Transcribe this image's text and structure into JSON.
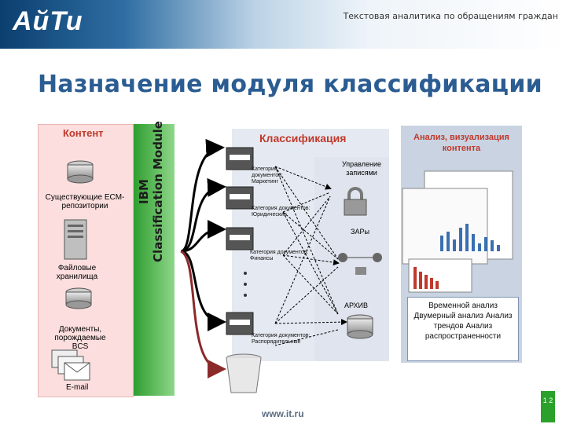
{
  "header": {
    "logo": "АйТи",
    "subtitle": "Текстовая аналитика по обращениям граждан"
  },
  "title": "Назначение модуля классификации",
  "content": {
    "heading": "Контент",
    "items": [
      "Существующие ECM-репозитории",
      "Файловые хранилища",
      "Документы, порождаемые BCS",
      "E-mail"
    ]
  },
  "module_label_line1": "IBM",
  "module_label_line2": "Classification Module",
  "classification": {
    "heading": "Классификация",
    "categories": [
      "Категория документов: Маркетинг",
      "Категория документов: Юридические",
      "Категория документов: Финансы",
      "Категория документов: Распорядительные"
    ],
    "targets": {
      "records": "Управление записями",
      "erp": "ЗАРы",
      "archive": "АРХИВ"
    }
  },
  "analysis": {
    "heading": "Анализ, визуализация контента",
    "box_text": "Временной анализ Двумерный анализ Анализ трендов Анализ распространенности"
  },
  "footer": {
    "url": "www.it.ru",
    "page": "1 2"
  },
  "colors": {
    "title": "#2b5c92",
    "red_heading": "#c0392b",
    "green_bar": "#2f9e2f",
    "content_bg": "#fcdede",
    "arrow_dark": "#000000",
    "arrow_red": "#8b2a2a"
  }
}
